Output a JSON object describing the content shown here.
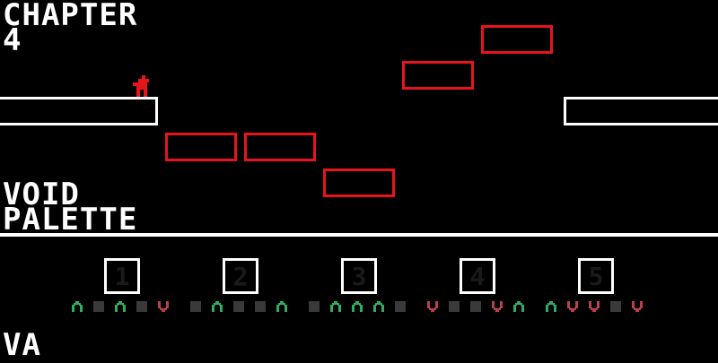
{
  "hud": {
    "chapter_label": "CHAPTER",
    "chapter_number": "4",
    "section_line1": "VOID",
    "section_line2": "PALETTE",
    "corner_text": "VA"
  },
  "colors": {
    "background": "#000000",
    "platform_outline": "#ffffff",
    "block_outline": "#e8141c",
    "player": "#e8141c",
    "mark_up": "#2fae5f",
    "mark_down": "#b8424a",
    "mark_empty": "#3a3a3a"
  },
  "levels": [
    {
      "label": "1",
      "marks": [
        "up",
        "empty",
        "up",
        "empty",
        "down"
      ]
    },
    {
      "label": "2",
      "marks": [
        "empty",
        "up",
        "empty",
        "empty",
        "up"
      ]
    },
    {
      "label": "3",
      "marks": [
        "empty",
        "up",
        "up",
        "up",
        "empty"
      ]
    },
    {
      "label": "4",
      "marks": [
        "down",
        "empty",
        "empty",
        "down",
        "up"
      ]
    },
    {
      "label": "5",
      "marks": [
        "up",
        "down",
        "down",
        "empty",
        "down"
      ]
    }
  ]
}
